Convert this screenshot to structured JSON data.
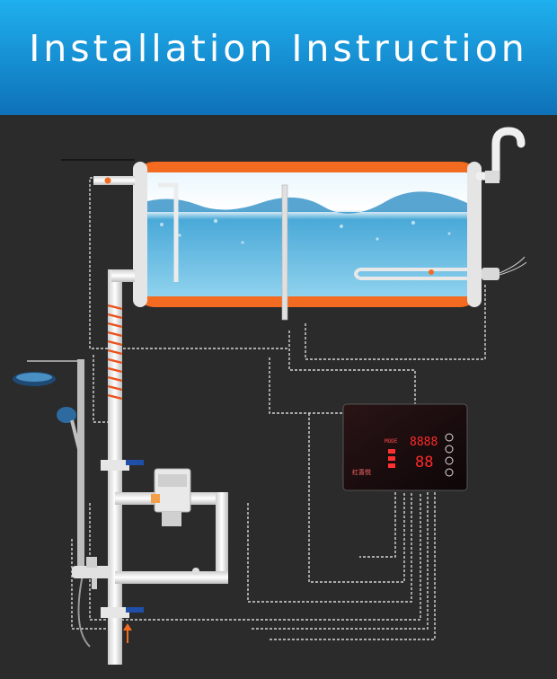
{
  "header": {
    "title": "Installation Instruction"
  },
  "controller": {
    "brand": "红喜悦",
    "label": "MODE",
    "digits_top": "8888",
    "digits_bottom": "88"
  },
  "colors": {
    "banner_top": "#1ea6e4",
    "banner_bottom": "#0e6fb8",
    "background": "#2b2b2b",
    "tank_frame": "#f26b21",
    "water": "#6fc3e6",
    "pipe": "#f2f2f2",
    "heating_coil": "#e8541e",
    "valve_handle": "#1f4fa8",
    "led_red": "#ff2a2a",
    "wire_dashed": "#d9d9d9"
  },
  "icons": [
    "shower-head-icon",
    "hand-shower-icon",
    "faucet-icon",
    "pressure-pump-icon",
    "control-panel-icon",
    "flow-arrow-icon"
  ]
}
